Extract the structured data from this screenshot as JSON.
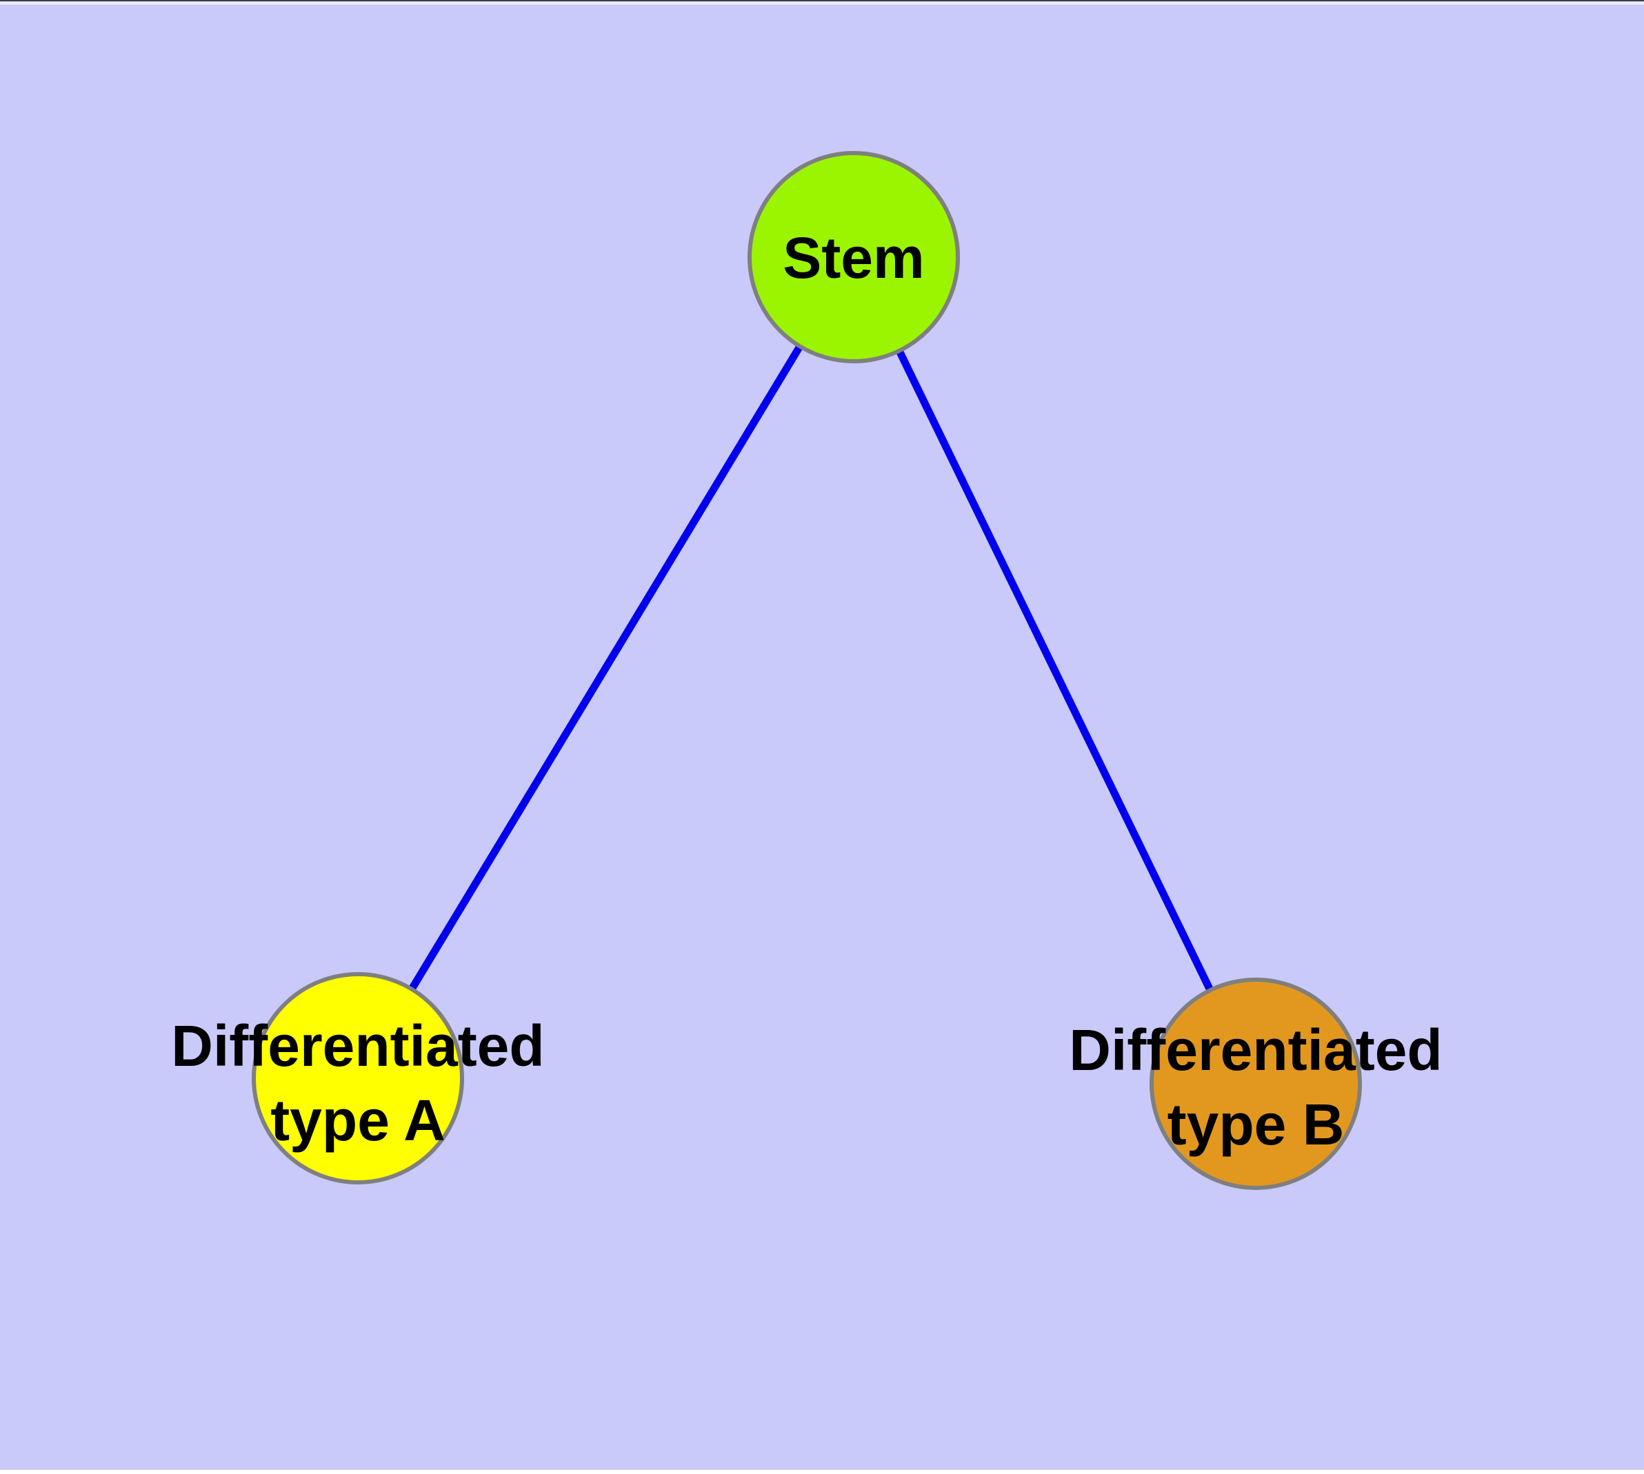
{
  "colors": {
    "background": "#C9C9FA",
    "window_top_line": "#3C3C50",
    "window_top_strip": "#EAEAFB",
    "window_bottom_strip": "#FFFFFF",
    "edge": "#0000EE",
    "node_border": "#7F7F7F",
    "label_text": "#000000",
    "stem_fill": "#9BF500",
    "type_a_fill": "#FFFF00",
    "type_b_fill": "#E2981F"
  },
  "graph": {
    "nodes": [
      {
        "id": "stem",
        "label": "Stem",
        "line1": "Stem",
        "line2": ""
      },
      {
        "id": "type_a",
        "label": "Differentiated type A",
        "line1": "Differentiated",
        "line2": "type A"
      },
      {
        "id": "type_b",
        "label": "Differentiated type B",
        "line1": "Differentiated",
        "line2": "type B"
      }
    ],
    "edges": [
      {
        "from": "Stem",
        "to": "Differentiated type A"
      },
      {
        "from": "Stem",
        "to": "Differentiated type B"
      }
    ]
  }
}
